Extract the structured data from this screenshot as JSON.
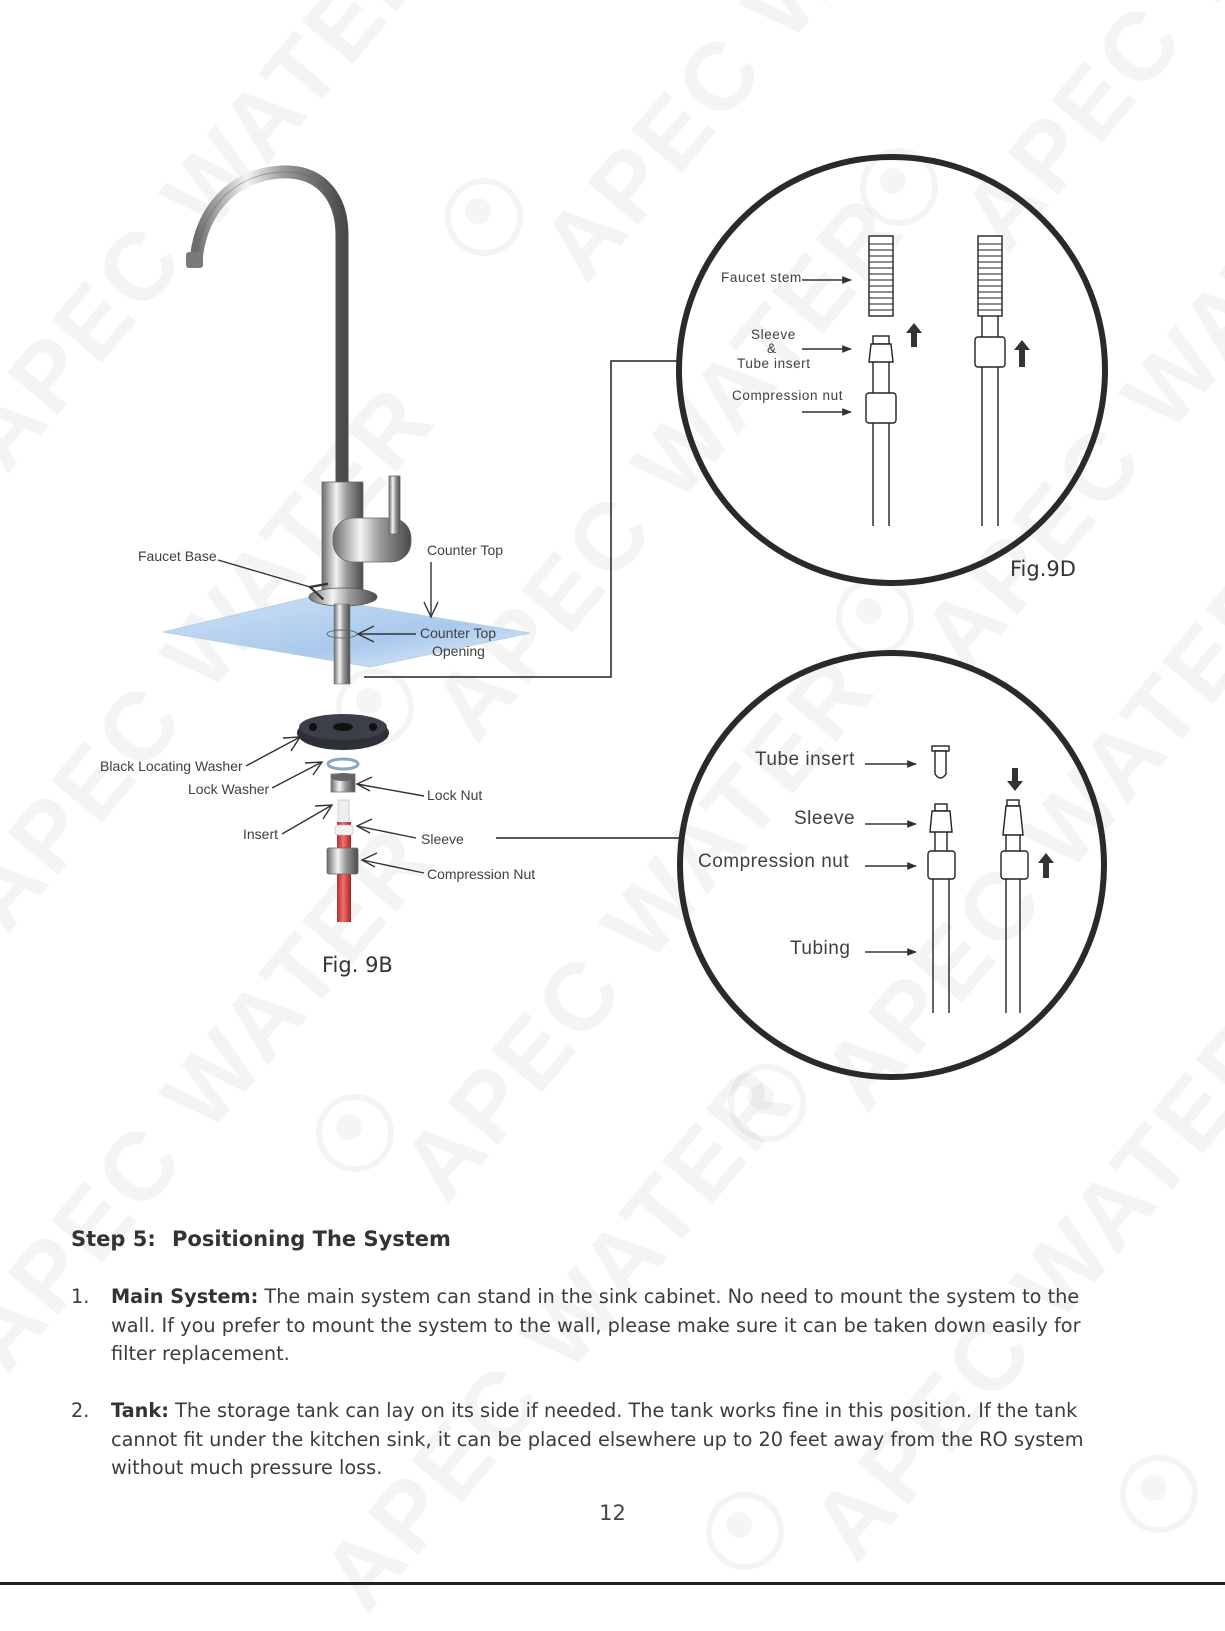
{
  "fig9b": {
    "caption": "Fig. 9B",
    "labels": {
      "faucet_base": "Faucet Base",
      "counter_top": "Counter Top",
      "counter_top_opening_1": "Counter Top",
      "counter_top_opening_2": "Opening",
      "black_locating_washer": "Black Locating Washer",
      "lock_washer": "Lock Washer",
      "lock_nut": "Lock Nut",
      "insert": "Insert",
      "sleeve": "Sleeve",
      "compression_nut": "Compression Nut"
    }
  },
  "fig9d": {
    "caption": "Fig.9D",
    "labels": {
      "faucet_stem": "Faucet stem",
      "sleeve_1": "Sleeve",
      "sleeve_amp": "&",
      "sleeve_2": "Tube insert",
      "compression_nut": "Compression nut"
    }
  },
  "fig_lower": {
    "labels": {
      "tube_insert": "Tube insert",
      "sleeve": "Sleeve",
      "compression_nut": "Compression nut",
      "tubing": "Tubing"
    }
  },
  "watermark": {
    "text": "APEC WATER"
  },
  "step": {
    "number": "Step 5:",
    "title": "Positioning The System"
  },
  "items": [
    {
      "num": "1.",
      "keyword": "Main System:",
      "text": " The main system can stand in the sink cabinet. No need to mount the system to the wall. If you prefer to mount the system to the wall, please make sure it can be taken down easily for filter replacement."
    },
    {
      "num": "2.",
      "keyword": "Tank:",
      "text": " The storage tank can lay on its side if needed. The tank works fine in this position. If the tank cannot fit under the kitchen sink, it can be placed elsewhere up to 20 feet away from the RO system without much pressure loss."
    }
  ],
  "page_number": "12"
}
